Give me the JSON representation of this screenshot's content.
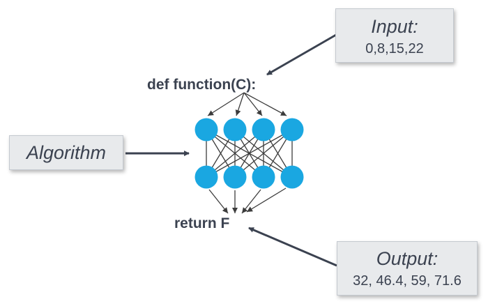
{
  "input": {
    "title": "Input:",
    "value": "0,8,15,22"
  },
  "algorithm": {
    "title": "Algorithm"
  },
  "output": {
    "title": "Output:",
    "value": "32, 46.4, 59, 71.6"
  },
  "code": {
    "def_line": "def function(C):",
    "return_line": "return F"
  },
  "network": {
    "layers": [
      4,
      4
    ],
    "node_color": "#1aa7e1",
    "edge_color": "#3c3c3c",
    "arrow_color": "#3b4250"
  }
}
